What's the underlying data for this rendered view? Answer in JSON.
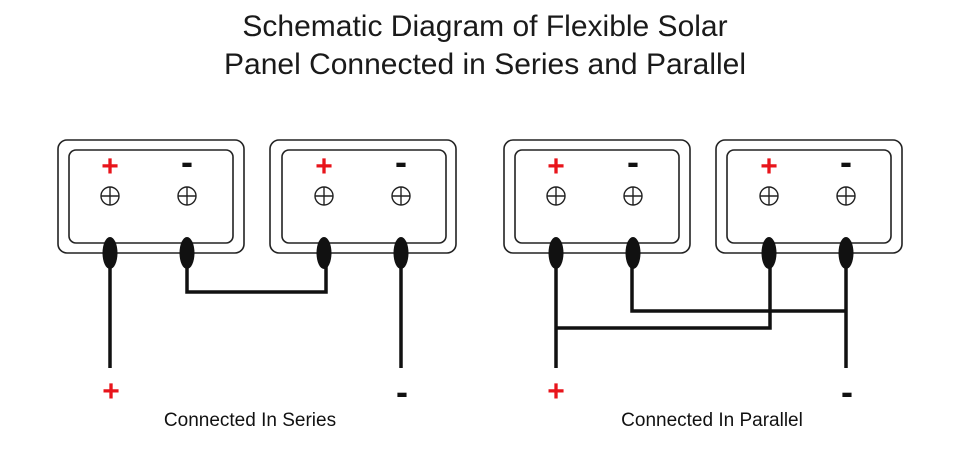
{
  "title": {
    "line1": "Schematic Diagram of Flexible Solar",
    "line2": "Panel Connected in Series and Parallel"
  },
  "series": {
    "caption": "Connected In Series",
    "output_positive": "+",
    "output_negative": "-",
    "panels": [
      {
        "positive_label": "+",
        "negative_label": "-"
      },
      {
        "positive_label": "+",
        "negative_label": "-"
      }
    ]
  },
  "parallel": {
    "caption": "Connected In Parallel",
    "output_positive": "+",
    "output_negative": "-",
    "panels": [
      {
        "positive_label": "+",
        "negative_label": "-"
      },
      {
        "positive_label": "+",
        "negative_label": "-"
      }
    ]
  },
  "colors": {
    "positive": "#e8141b",
    "negative": "#111111",
    "wire": "#111111",
    "panel_border": "#222222"
  },
  "icons": {
    "terminal": "terminal-screw-icon",
    "connector": "cable-connector-icon"
  }
}
